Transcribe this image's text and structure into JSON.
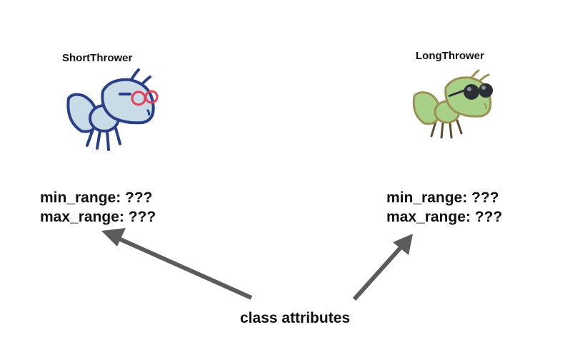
{
  "short_thrower": {
    "title": "ShortThrower",
    "attributes": [
      "min_range: ???",
      "max_range: ???"
    ],
    "body_color": "#c9dbe6",
    "outline_color": "#2a3f86",
    "glasses_color": "#e0405a"
  },
  "long_thrower": {
    "title": "LongThrower",
    "attributes": [
      "min_range: ???",
      "max_range: ???"
    ],
    "body_color": "#a9d089",
    "outline_color": "#9a8f55",
    "glasses_color": "#2b2f35"
  },
  "caption": "class attributes",
  "arrow_color": "#5b5b5b",
  "icons": [
    "short-thrower-ant-icon",
    "long-thrower-ant-icon",
    "arrow-to-short-icon",
    "arrow-to-long-icon"
  ]
}
